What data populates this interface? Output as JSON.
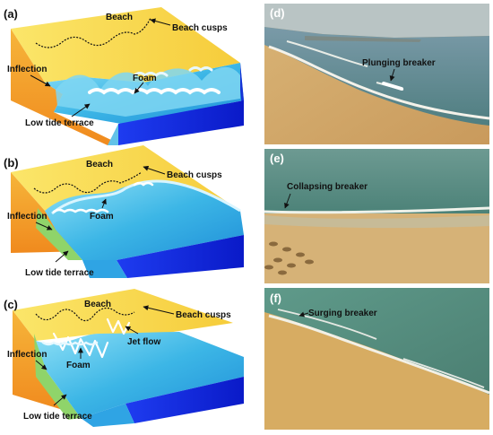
{
  "panels": {
    "a": {
      "label": "(a)",
      "beach": "Beach",
      "beach_cusps": "Beach cusps",
      "inflection": "Inflection",
      "foam": "Foam",
      "low_tide_terrace": "Low tide terrace"
    },
    "b": {
      "label": "(b)",
      "beach": "Beach",
      "beach_cusps": "Beach cusps",
      "inflection": "Inflection",
      "foam": "Foam",
      "low_tide_terrace": "Low tide terrace"
    },
    "c": {
      "label": "(c)",
      "beach": "Beach",
      "beach_cusps": "Beach cusps",
      "inflection": "Inflection",
      "foam": "Foam",
      "jet_flow": "Jet flow",
      "low_tide_terrace": "Low tide terrace"
    },
    "d": {
      "label": "(d)",
      "caption": "Plunging breaker"
    },
    "e": {
      "label": "(e)",
      "caption": "Collapsing breaker"
    },
    "f": {
      "label": "(f)",
      "caption": "Surging breaker"
    }
  },
  "colors": {
    "beach_yellow": "#f7d84a",
    "beach_side": "#f2a12a",
    "water_top": "#3db8e8",
    "water_side": "#1428e0",
    "terrace": "#8fd46a",
    "photo_sea": "#5f8f86",
    "photo_sand": "#d8b171"
  }
}
